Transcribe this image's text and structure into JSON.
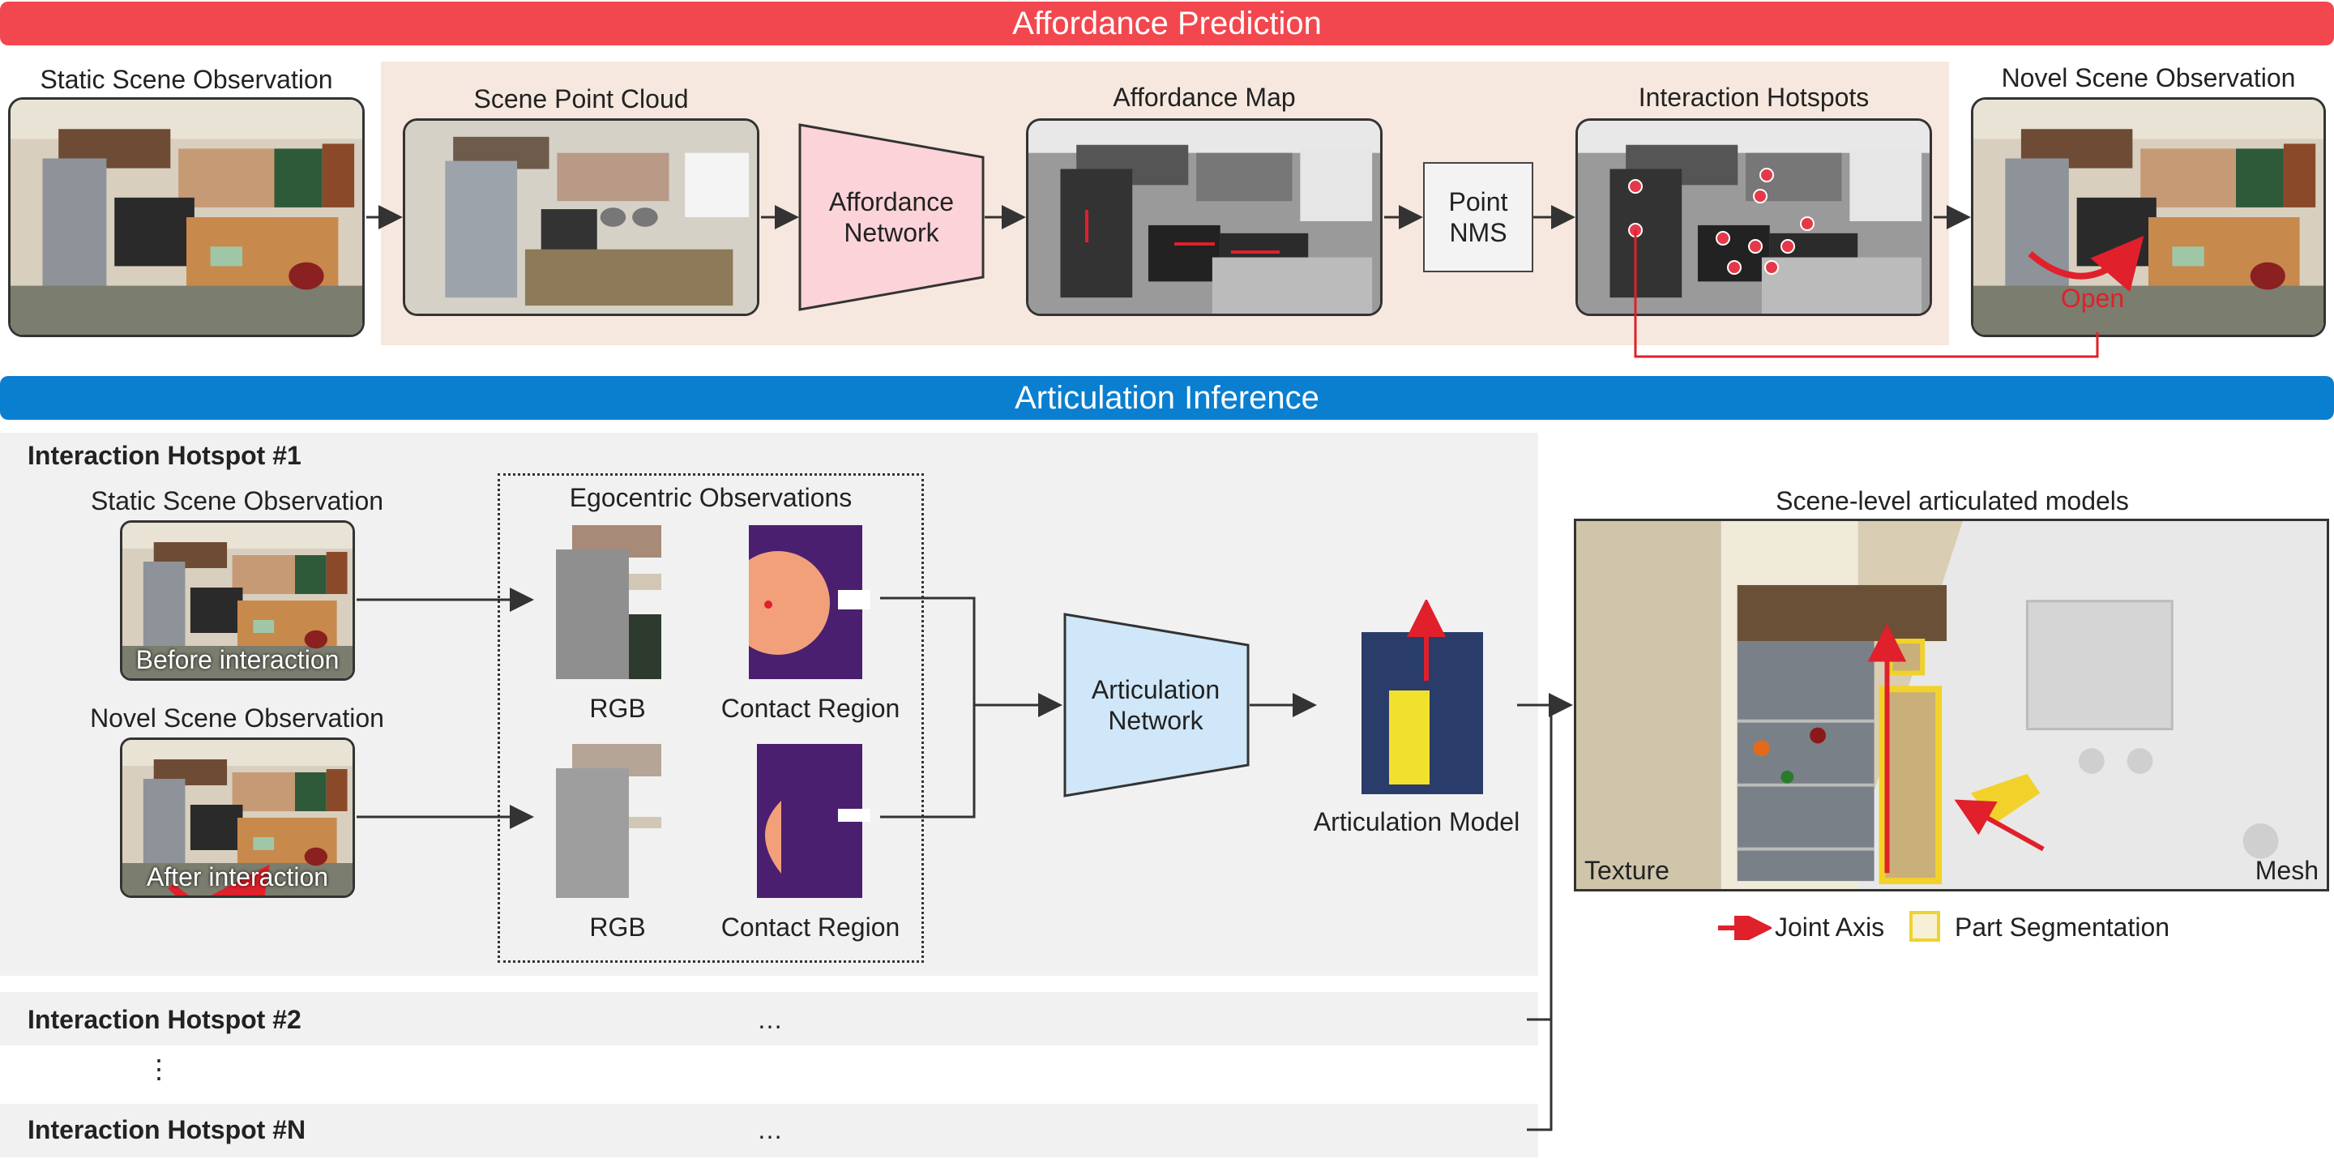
{
  "banners": {
    "affordance": "Affordance Prediction",
    "articulation": "Articulation Inference",
    "affordance_color": "#f2474f",
    "articulation_color": "#0a7fd0"
  },
  "top": {
    "static_obs": "Static Scene Observation",
    "point_cloud": "Scene Point Cloud",
    "affordance_network": "Affordance Network",
    "affordance_map": "Affordance Map",
    "point_nms": "Point NMS",
    "hotspots": "Interaction Hotspots",
    "novel_obs": "Novel Scene Observation",
    "open_label": "Open"
  },
  "bottom": {
    "hotspot1": "Interaction Hotspot #1",
    "static_obs": "Static Scene Observation",
    "before": "Before interaction",
    "novel_obs": "Novel Scene Observation",
    "after": "After interaction",
    "ego_title": "Egocentric Observations",
    "rgb": "RGB",
    "contact": "Contact Region",
    "articulation_network": "Articulation Network",
    "articulation_model": "Articulation Model",
    "scene_models": "Scene-level articulated models",
    "texture": "Texture",
    "mesh": "Mesh",
    "legend_joint": "Joint Axis",
    "legend_part": "Part Segmentation",
    "hotspot2": "Interaction Hotspot #2",
    "hotspotN": "Interaction Hotspot #N",
    "ellipsis": "…",
    "vdots": "⋮"
  }
}
